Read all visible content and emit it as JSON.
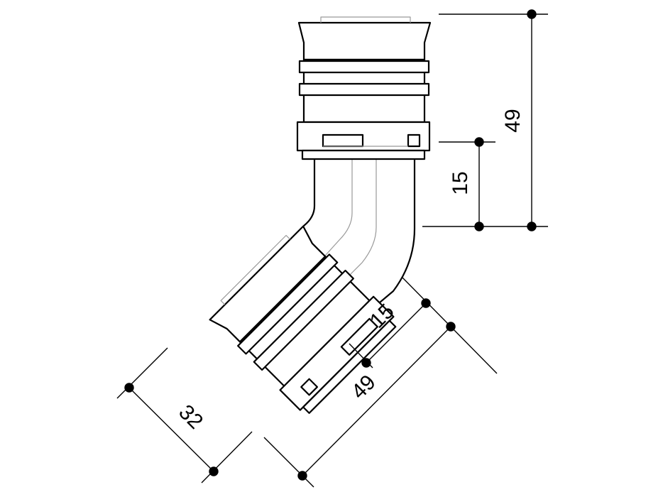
{
  "dimensions": {
    "top_overall_length": "49",
    "top_insertion_depth": "15",
    "diagonal_insertion_depth": "15",
    "diagonal_overall_length": "49",
    "pipe_outer_diameter": "32"
  },
  "colors": {
    "line": "#000000",
    "background": "#ffffff",
    "hidden_line": "#999999"
  }
}
